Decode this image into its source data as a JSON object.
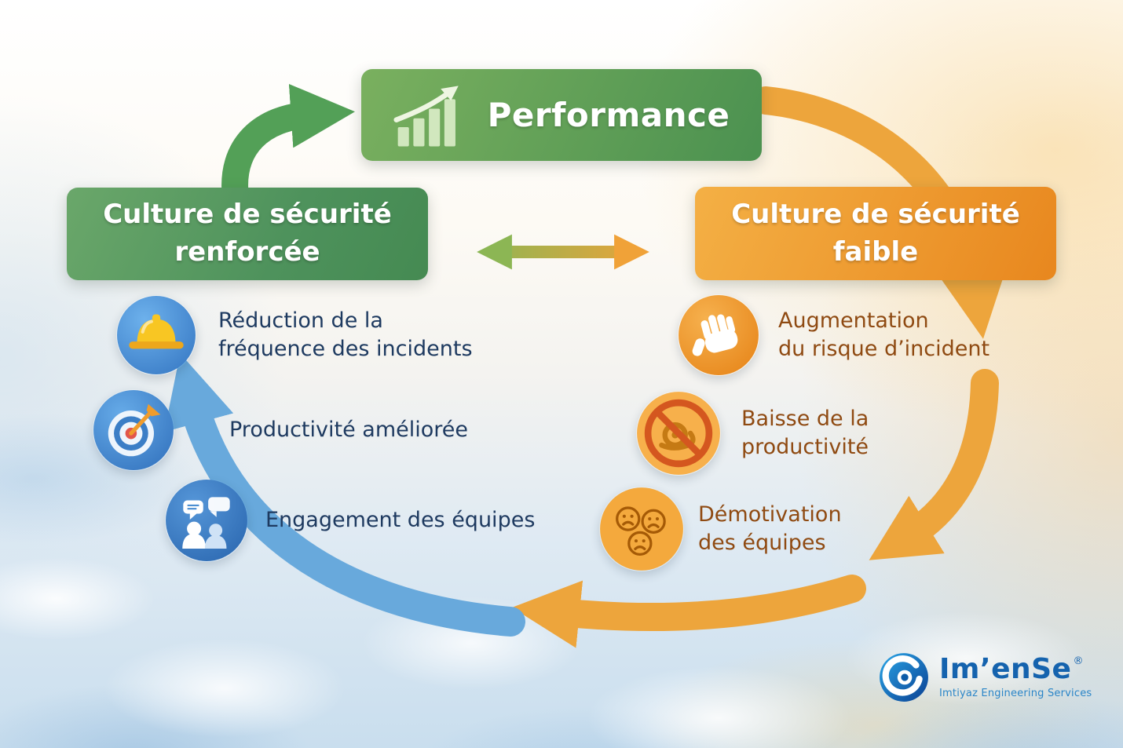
{
  "performance_box": {
    "label": "Performance",
    "icon": "growth-chart-icon"
  },
  "left_box": {
    "lines": [
      "Culture de sécurité",
      "renforcée"
    ]
  },
  "right_box": {
    "lines": [
      "Culture de sécurité",
      "faible"
    ]
  },
  "left_items": [
    {
      "icon": "hard-hat-icon",
      "lines": [
        "Réduction de la",
        "fréquence des incidents"
      ]
    },
    {
      "icon": "dartboard-icon",
      "lines": [
        "Productivité améliorée"
      ]
    },
    {
      "icon": "team-chat-icon",
      "lines": [
        "Engagement des équipes"
      ]
    }
  ],
  "right_items": [
    {
      "icon": "safety-glove-icon",
      "lines": [
        "Augmentation",
        "du risque d’incident"
      ]
    },
    {
      "icon": "no-snail-icon",
      "lines": [
        "Baisse de la",
        "productivité"
      ]
    },
    {
      "icon": "sad-faces-icon",
      "lines": [
        "Démotivation",
        "des équipes"
      ]
    }
  ],
  "logo": {
    "name": "Im’enSe",
    "registered_mark": "®",
    "tagline": "Imtiyaz Engineering Services",
    "icon": "swirl-logo-icon"
  },
  "colors": {
    "green_box": "#4e925c",
    "orange_box": "#e8871e",
    "green_arrow": "#53a057",
    "orange_arrow": "#eda53c",
    "blue_arrow": "#68a9dc",
    "left_text": "#1e3a60",
    "right_text": "#8f4a12",
    "logo_blue": "#1563ae"
  }
}
